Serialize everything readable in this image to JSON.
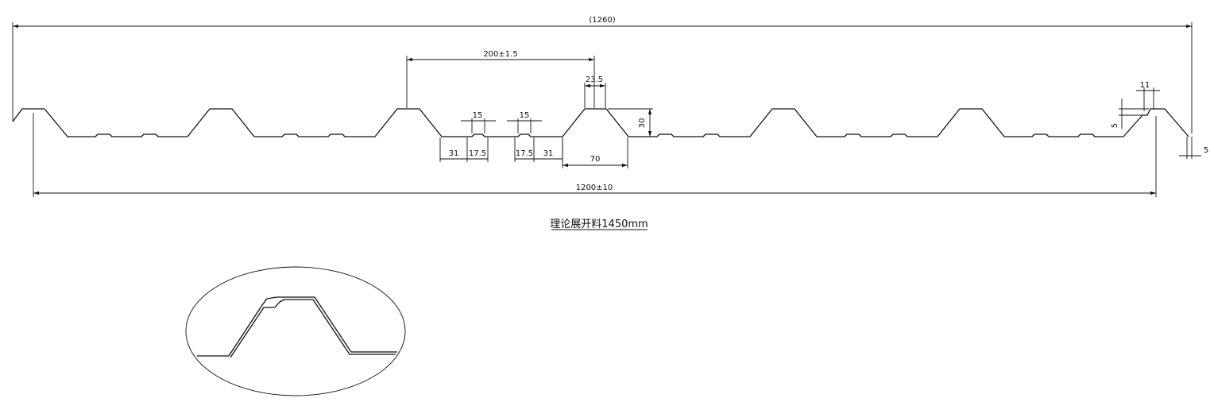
{
  "dimensions": {
    "overall_width": "(1260)",
    "pitch": "200±1.5",
    "cover_width": "1200±10",
    "rib_top": "23.5",
    "rib_height": "30",
    "rib_base": "70",
    "stiffener_a": "15",
    "stiffener_b": "15",
    "pan_left": "31",
    "pan_left_2": "17.5",
    "pan_right_2": "17.5",
    "pan_right": "31",
    "edge_top": "11",
    "edge_height": "5",
    "edge_lip": "5"
  },
  "note": "理论展开料1450mm",
  "colors": {
    "line": "#111111",
    "background": "#ffffff"
  }
}
